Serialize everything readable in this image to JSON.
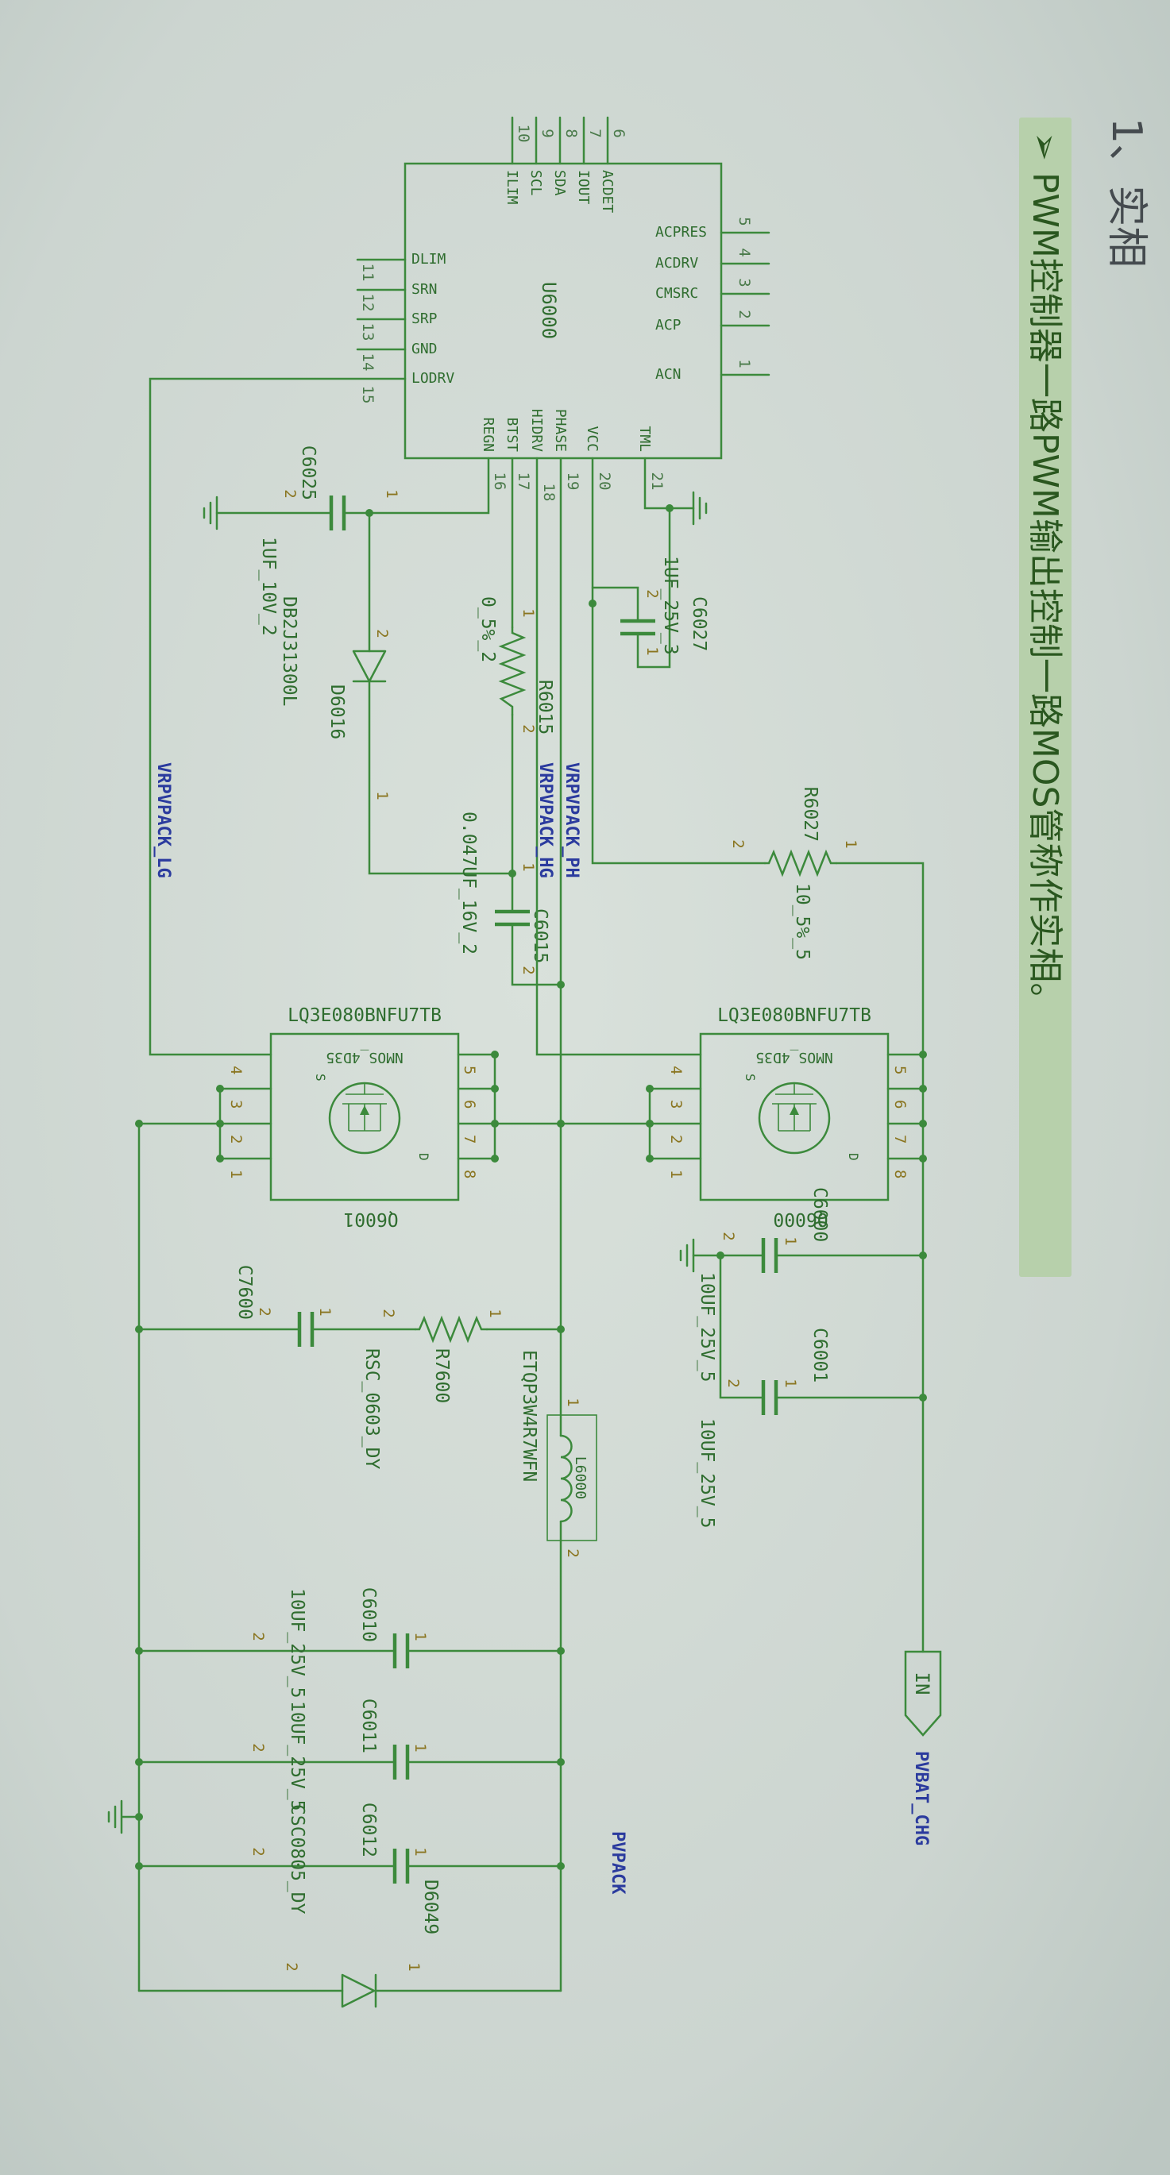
{
  "title": "1、实相",
  "subtitle": "➢ PWM控制器一路PWM输出控制一路MOS管称作实相。",
  "ic": {
    "ref": "U6000",
    "left_pins": [
      {
        "num": "6",
        "name": "ACDET"
      },
      {
        "num": "7",
        "name": "IOUT"
      },
      {
        "num": "8",
        "name": "SDA"
      },
      {
        "num": "9",
        "name": "SCL"
      },
      {
        "num": "10",
        "name": "ILIM"
      }
    ],
    "top_pins": [
      {
        "num": "5",
        "name": "ACPRES"
      },
      {
        "num": "4",
        "name": "ACDRV"
      },
      {
        "num": "3",
        "name": "CMSRC"
      },
      {
        "num": "2",
        "name": "ACP"
      },
      {
        "num": "1",
        "name": "ACN"
      }
    ],
    "bottom_pins": [
      {
        "num": "11",
        "name": "DLIM"
      },
      {
        "num": "12",
        "name": "SRN"
      },
      {
        "num": "13",
        "name": "SRP"
      },
      {
        "num": "14",
        "name": "GND"
      },
      {
        "num": "15",
        "name": "LODRV"
      }
    ],
    "right_pins": [
      {
        "num": "21",
        "name": "TML"
      },
      {
        "num": "20",
        "name": "VCC"
      },
      {
        "num": "19",
        "name": "PHASE"
      },
      {
        "num": "18",
        "name": "HIDRV"
      },
      {
        "num": "17",
        "name": "BTST"
      },
      {
        "num": "16",
        "name": "REGN"
      }
    ]
  },
  "components": {
    "c6025": {
      "ref": "C6025",
      "value": "1UF_10V_2",
      "p1": "1",
      "p2": "2"
    },
    "c6027": {
      "ref": "C6027",
      "value": "1UF_25V_3",
      "p1": "1",
      "p2": "2"
    },
    "d6016": {
      "ref": "D6016",
      "value": "DB2J31300L",
      "p1": "1",
      "p2": "2"
    },
    "r6015": {
      "ref": "R6015",
      "value": "0_5%_2",
      "p1": "1",
      "p2": "2"
    },
    "c6015": {
      "ref": "C6015",
      "value": "0.047UF_16V_2",
      "p1": "1",
      "p2": "2"
    },
    "r6027": {
      "ref": "R6027",
      "value": "10_5%_5",
      "p1": "1",
      "p2": "2"
    },
    "q6000": {
      "ref": "Q6000",
      "value": "LQ3E080BNFU7TB",
      "type": "NMOS_4D35",
      "pins_top": [
        "5",
        "6",
        "7",
        "8"
      ],
      "pins_bottom": [
        "4",
        "3",
        "2",
        "1"
      ],
      "source": "S",
      "drain": "D"
    },
    "q6001": {
      "ref": "Q6001",
      "value": "LQ3E080BNFU7TB",
      "type": "NMOS_4D35",
      "pins_top": [
        "5",
        "6",
        "7",
        "8"
      ],
      "pins_bottom": [
        "4",
        "3",
        "2",
        "1"
      ],
      "source": "S",
      "drain": "D"
    },
    "c6000": {
      "ref": "C6000",
      "value": "10UF_25V_5",
      "p1": "1",
      "p2": "2"
    },
    "c6001": {
      "ref": "C6001",
      "value": "10UF_25V_5",
      "p1": "1",
      "p2": "2"
    },
    "r7600": {
      "ref": "R7600",
      "value": "RSC_0603_DY",
      "p1": "1",
      "p2": "2"
    },
    "c7600": {
      "ref": "C7600",
      "p1": "1",
      "p2": "2"
    },
    "l6000": {
      "ref": "L6000",
      "value": "ETQP3W4R7WFN",
      "p1": "1",
      "p2": "2"
    },
    "c6010": {
      "ref": "C6010",
      "value": "10UF_25V_5",
      "p1": "1",
      "p2": "2"
    },
    "c6011": {
      "ref": "C6011",
      "value": "10UF_25V_5",
      "p1": "1",
      "p2": "2"
    },
    "c6012": {
      "ref": "C6012",
      "value": "CSC0805_DY",
      "p1": "1",
      "p2": "2"
    },
    "d6049": {
      "ref": "D6049",
      "p1": "1",
      "p2": "2"
    }
  },
  "nets": {
    "ph": "VRPVPACK_PH",
    "hg": "VRPVPACK_HG",
    "lg": "VRPVPACK_LG",
    "pvpack": "PVPACK",
    "pvbat": "PVBAT_CHG",
    "in_port": "IN"
  },
  "colors": {
    "background": "#ccd5d0",
    "wire": "#3c8a3c",
    "label": "#2f6d2f",
    "net_label": "#2b3b9e",
    "pin_number": "#8a7520",
    "title": "#454b4f",
    "subtitle_bg": "#b7d0ab",
    "subtitle_text": "#2a571f"
  }
}
